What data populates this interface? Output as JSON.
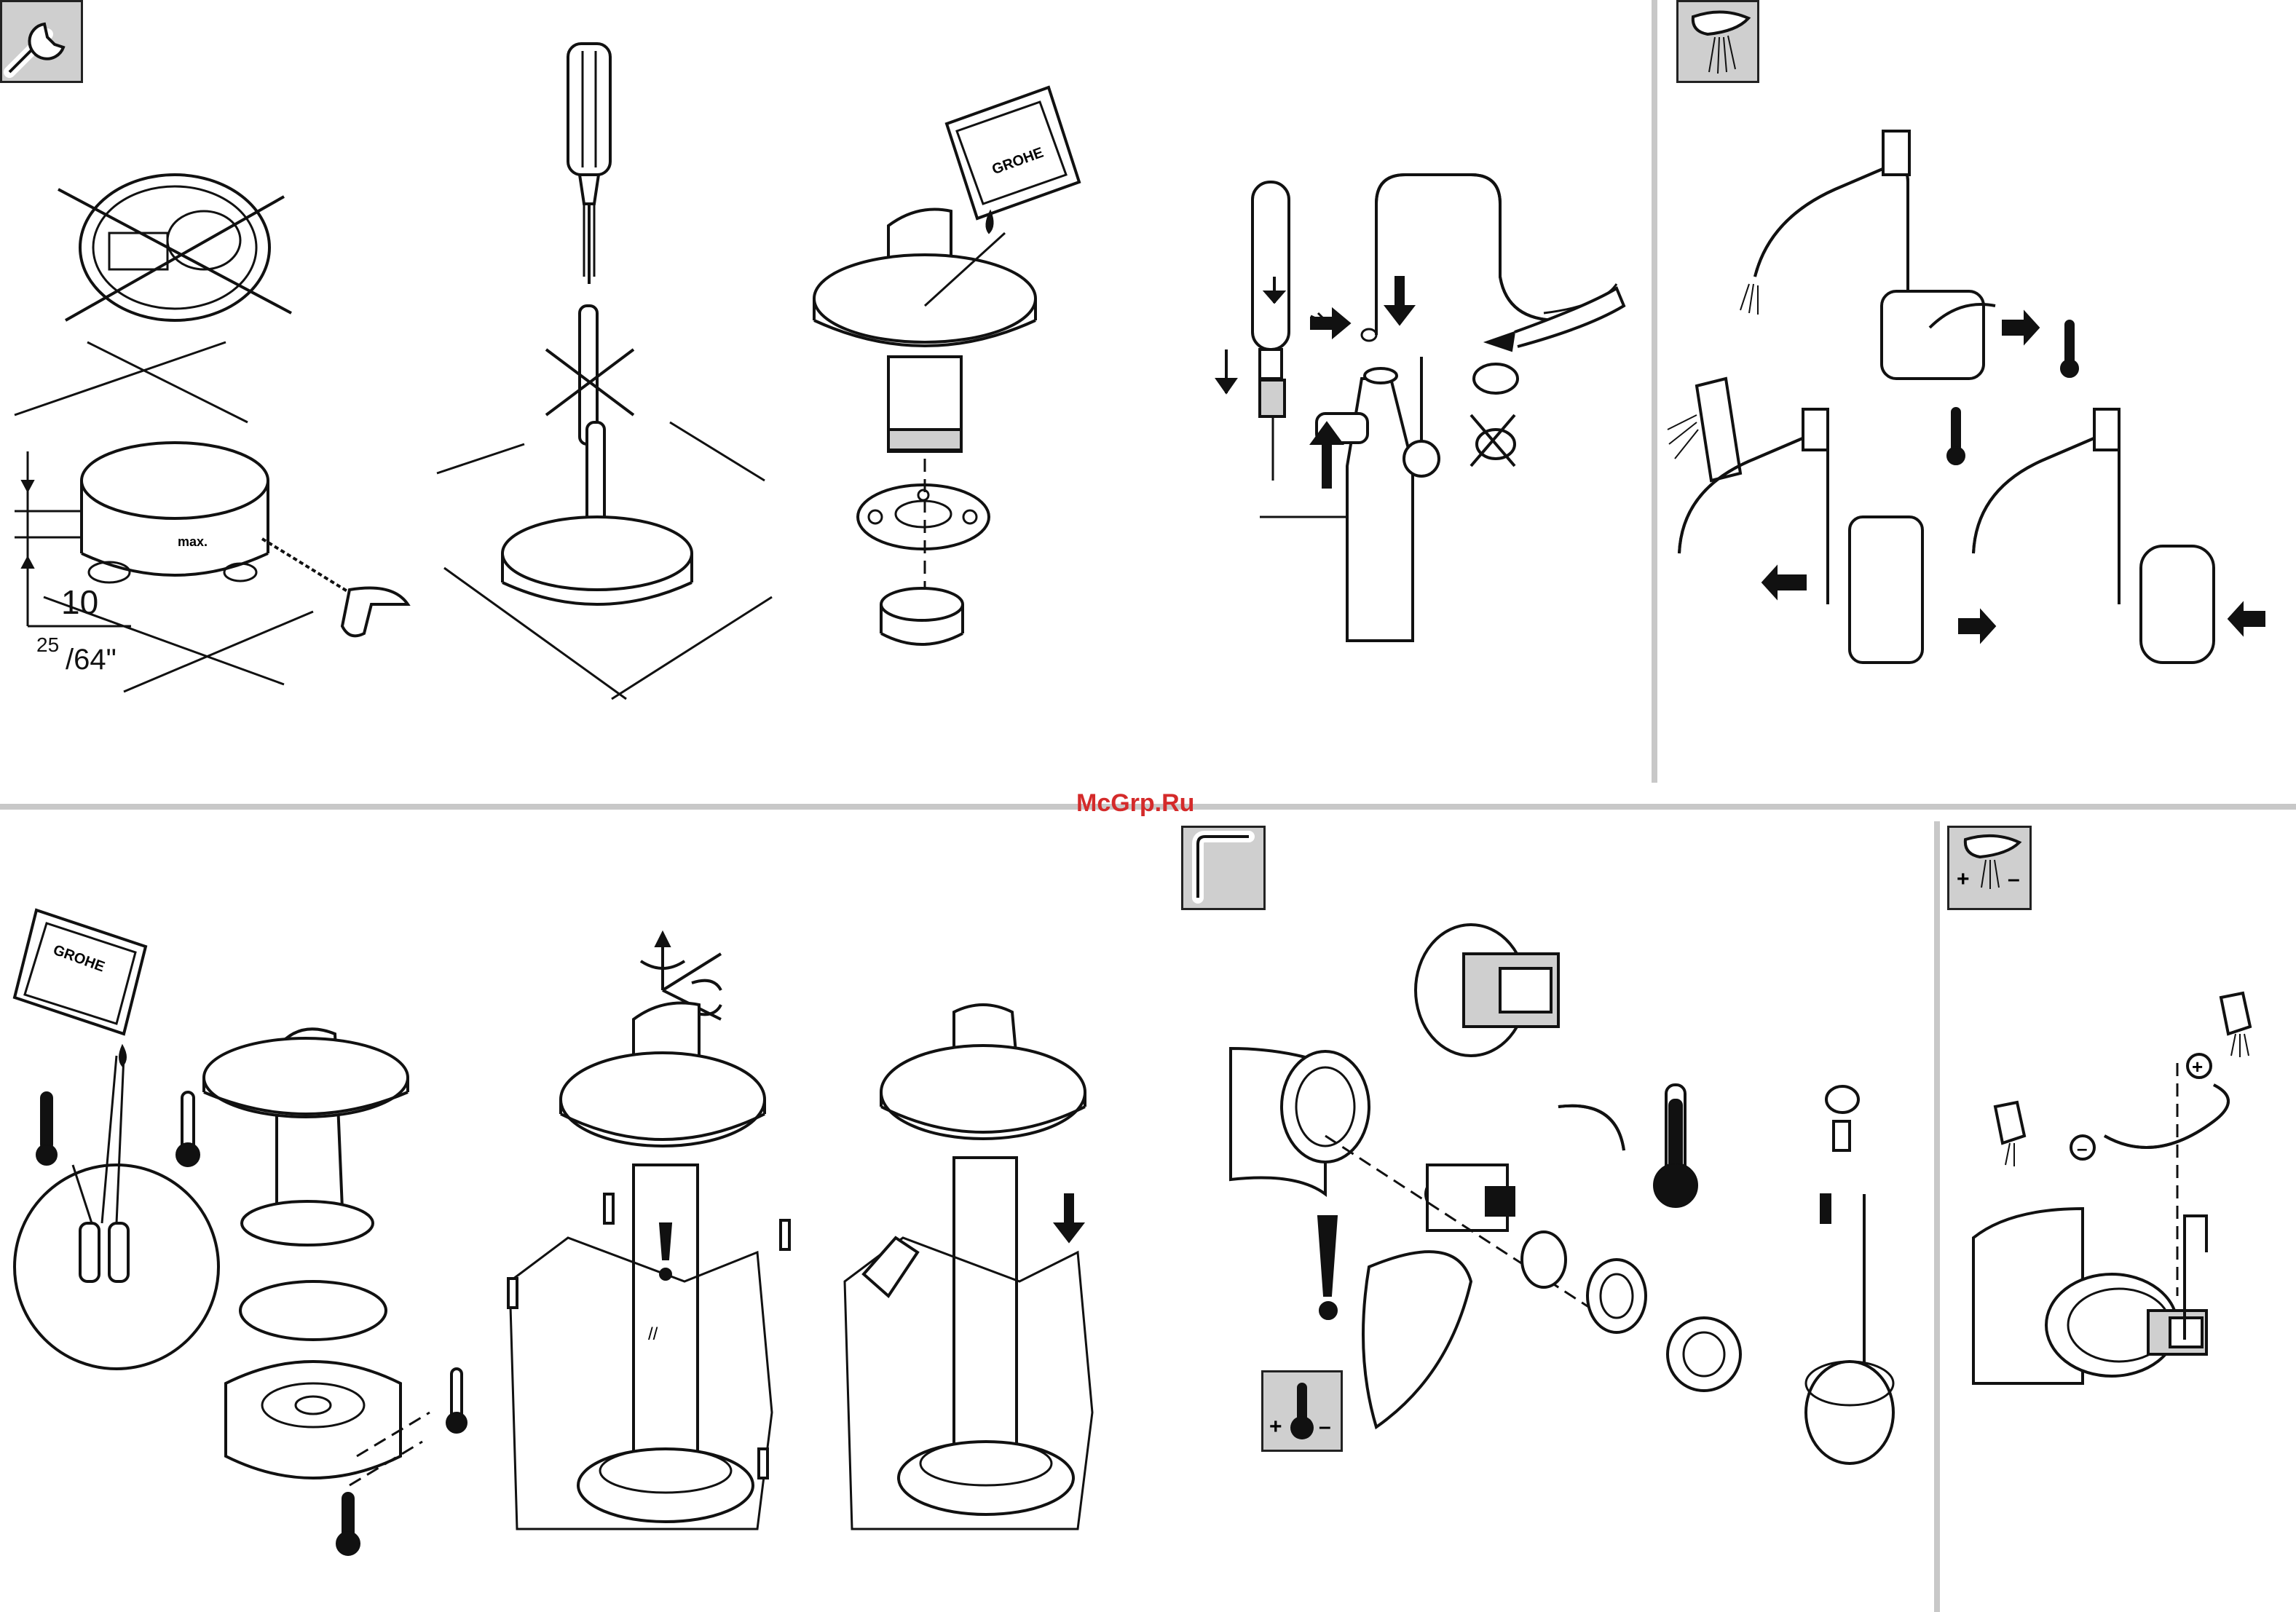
{
  "watermark": "McGrp.Ru",
  "dimension": {
    "value": "10",
    "numerator": "25",
    "denominator": "/64\""
  },
  "labels": {
    "max_marker": "max.",
    "brand_label": "GROHE",
    "plus_sign": "+",
    "minus_sign": "–",
    "parallel_marks": "//"
  },
  "icons": {
    "wrench": "wrench-icon",
    "spray": "spray-head-icon",
    "hex_key": "hex-key-icon",
    "temp_adjust": "temperature-adjust-icon",
    "flow_adjust": "flow-adjust-icon"
  },
  "colors": {
    "icon_box_bg": "#cfcfcf",
    "divider": "#c8c8c8",
    "watermark": "#d42a2a"
  }
}
